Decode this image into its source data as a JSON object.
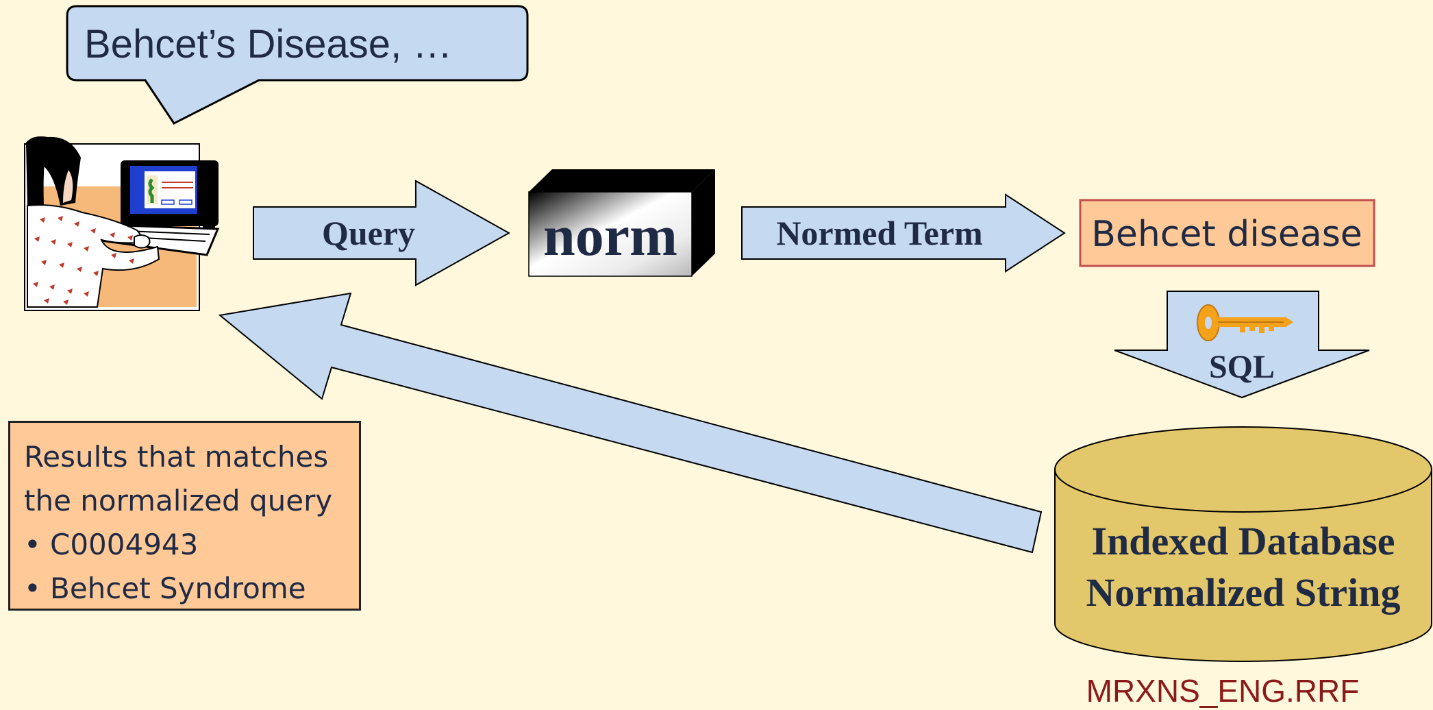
{
  "speech_bubble": {
    "text": "Behcet’s Disease, …"
  },
  "query_arrow": {
    "label": "Query"
  },
  "norm_box": {
    "label": "norm"
  },
  "normed_arrow": {
    "label": "Normed Term"
  },
  "normalized_term": {
    "text": "Behcet disease"
  },
  "sql_arrow": {
    "label": "SQL"
  },
  "database": {
    "line1": "Indexed Database",
    "line2": "Normalized String"
  },
  "file_label": {
    "text": "MRXNS_ENG.RRF"
  },
  "results": {
    "line1": "Results that matches",
    "line2": "the normalized query",
    "items": [
      "C0004943",
      "Behcet Syndrome"
    ]
  },
  "colors": {
    "background": "#FFF8DC",
    "arrow_fill": "#C5D9F1",
    "orange_box": "#FFC998",
    "orange_border": "#C0504D",
    "database_fill": "#E3C76B",
    "text_dark": "#1F2A44",
    "file_label": "#8B1A1A",
    "key": "#F5A21B"
  }
}
